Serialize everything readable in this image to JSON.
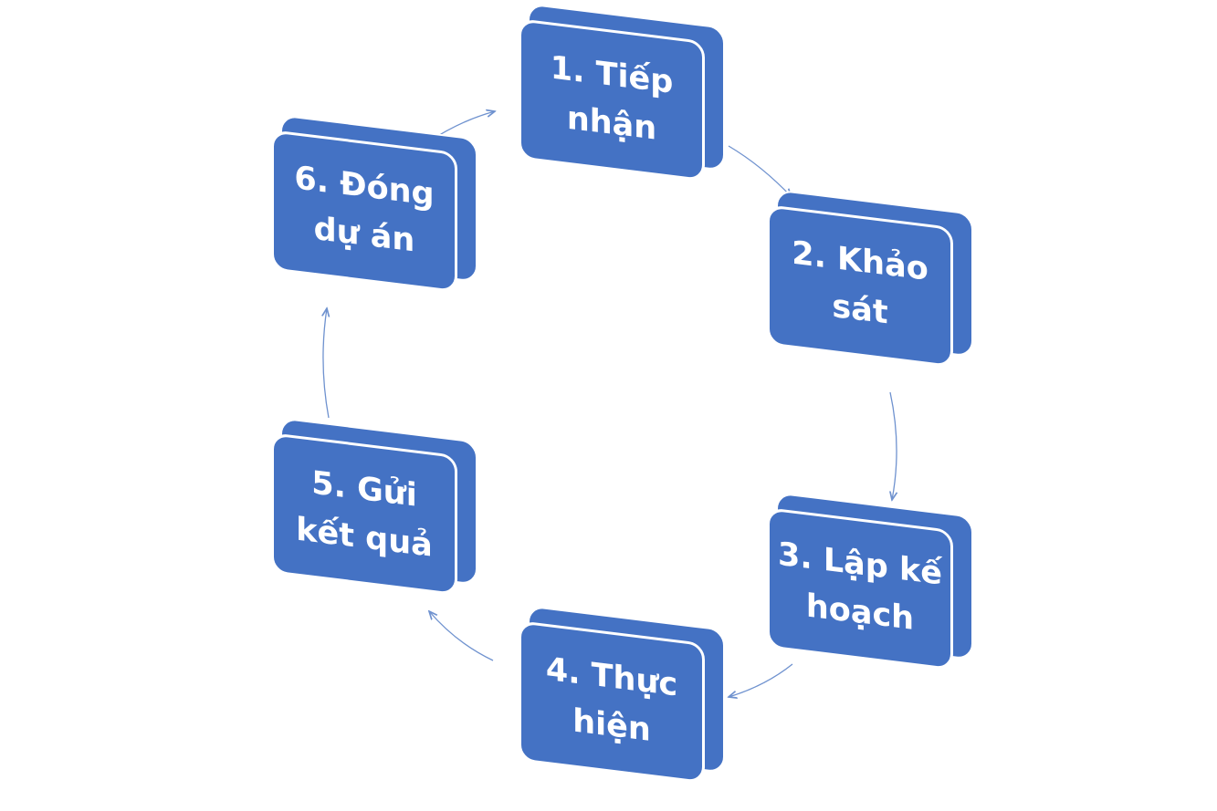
{
  "diagram": {
    "type": "cycle",
    "colors": {
      "box_fill": "#4472c4",
      "box_border": "#ffffff",
      "text": "#ffffff",
      "connector": "#6f92cf"
    },
    "steps": [
      {
        "label": "1. Tiếp\nnhận"
      },
      {
        "label": "2. Khảo\nsát"
      },
      {
        "label": "3. Lập kế\nhoạch"
      },
      {
        "label": "4. Thực\nhiện"
      },
      {
        "label": "5. Gửi\nkết quả"
      },
      {
        "label": "6. Đóng\ndự án"
      }
    ]
  }
}
